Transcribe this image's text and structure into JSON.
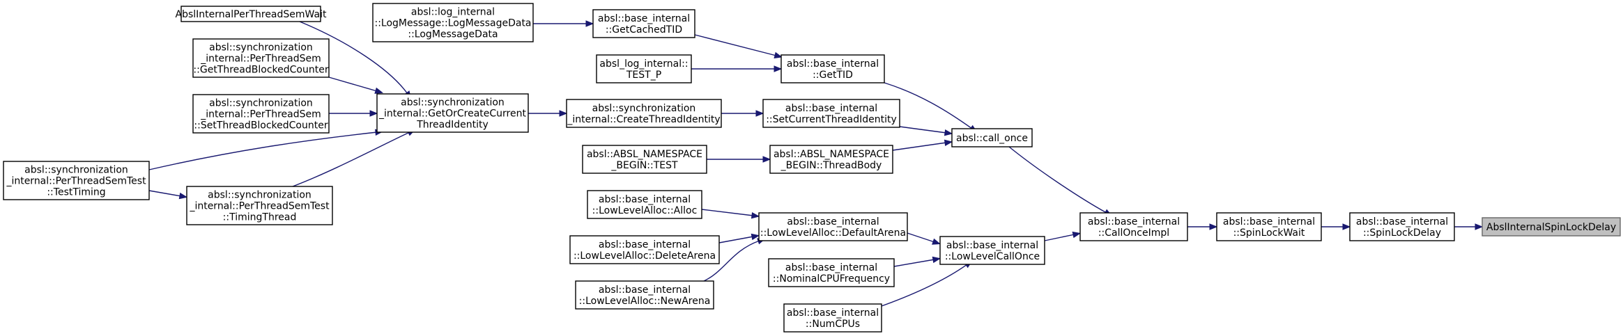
{
  "graph": {
    "colors": {
      "edge": "#191970",
      "node_border": "#000000",
      "highlight_fill": "#bfbfbf"
    },
    "nodes": {
      "target": [
        "AbslInternalSpinLockDelay"
      ],
      "spinlockdelay": [
        "absl::base_internal",
        "::SpinLockDelay"
      ],
      "spinlockwait": [
        "absl::base_internal",
        "::SpinLockWait"
      ],
      "calloonceimpl": [
        "absl::base_internal",
        "::CallOnceImpl"
      ],
      "call_once": [
        "absl::call_once"
      ],
      "lowlevelcallonce": [
        "absl::base_internal",
        "::LowLevelCallOnce"
      ],
      "gettid": [
        "absl::base_internal",
        "::GetTID"
      ],
      "setcurrentthreadidentity": [
        "absl::base_internal",
        "::SetCurrentThreadIdentity"
      ],
      "threadbody": [
        "absl::ABSL_NAMESPACE",
        "_BEGIN::ThreadBody"
      ],
      "defaultarena": [
        "absl::base_internal",
        "::LowLevelAlloc::DefaultArena"
      ],
      "nominalcpufrequency": [
        "absl::base_internal",
        "::NominalCPUFrequency"
      ],
      "numcpus": [
        "absl::base_internal",
        "::NumCPUs"
      ],
      "getcachedtid": [
        "absl::base_internal",
        "::GetCachedTID"
      ],
      "test_p": [
        "absl_log_internal::",
        "TEST_P"
      ],
      "createthreadidentity": [
        "absl::synchronization",
        "_internal::CreateThreadIdentity"
      ],
      "ns_test": [
        "absl::ABSL_NAMESPACE",
        "_BEGIN::TEST"
      ],
      "alloc": [
        "absl::base_internal",
        "::LowLevelAlloc::Alloc"
      ],
      "deletearena": [
        "absl::base_internal",
        "::LowLevelAlloc::DeleteArena"
      ],
      "newarena": [
        "absl::base_internal",
        "::LowLevelAlloc::NewArena"
      ],
      "logmessagedata": [
        "absl::log_internal",
        "::LogMessage::LogMessageData",
        "::LogMessageData"
      ],
      "getorcreate": [
        "absl::synchronization",
        "_internal::GetOrCreateCurrent",
        "ThreadIdentity"
      ],
      "semwait": [
        "AbslInternalPerThreadSemWait"
      ],
      "getblocked": [
        "absl::synchronization",
        "_internal::PerThreadSem",
        "::GetThreadBlockedCounter"
      ],
      "setblocked": [
        "absl::synchronization",
        "_internal::PerThreadSem",
        "::SetThreadBlockedCounter"
      ],
      "timingthread": [
        "absl::synchronization",
        "_internal::PerThreadSemTest",
        "::TimingThread"
      ],
      "testtiming": [
        "absl::synchronization",
        "_internal::PerThreadSemTest",
        "::TestTiming"
      ]
    },
    "edges": [
      [
        "spinlockdelay",
        "target"
      ],
      [
        "spinlockwait",
        "spinlockdelay"
      ],
      [
        "calloonceimpl",
        "spinlockwait"
      ],
      [
        "call_once",
        "calloonceimpl"
      ],
      [
        "lowlevelcallonce",
        "calloonceimpl"
      ],
      [
        "gettid",
        "call_once"
      ],
      [
        "setcurrentthreadidentity",
        "call_once"
      ],
      [
        "threadbody",
        "call_once"
      ],
      [
        "defaultarena",
        "lowlevelcallonce"
      ],
      [
        "nominalcpufrequency",
        "lowlevelcallonce"
      ],
      [
        "numcpus",
        "lowlevelcallonce"
      ],
      [
        "getcachedtid",
        "gettid"
      ],
      [
        "test_p",
        "gettid"
      ],
      [
        "createthreadidentity",
        "setcurrentthreadidentity"
      ],
      [
        "ns_test",
        "threadbody"
      ],
      [
        "alloc",
        "defaultarena"
      ],
      [
        "deletearena",
        "defaultarena"
      ],
      [
        "newarena",
        "defaultarena"
      ],
      [
        "logmessagedata",
        "getcachedtid"
      ],
      [
        "getorcreate",
        "createthreadidentity"
      ],
      [
        "semwait",
        "getorcreate"
      ],
      [
        "getblocked",
        "getorcreate"
      ],
      [
        "setblocked",
        "getorcreate"
      ],
      [
        "testtiming",
        "getorcreate"
      ],
      [
        "timingthread",
        "getorcreate"
      ],
      [
        "testtiming",
        "timingthread"
      ]
    ]
  }
}
